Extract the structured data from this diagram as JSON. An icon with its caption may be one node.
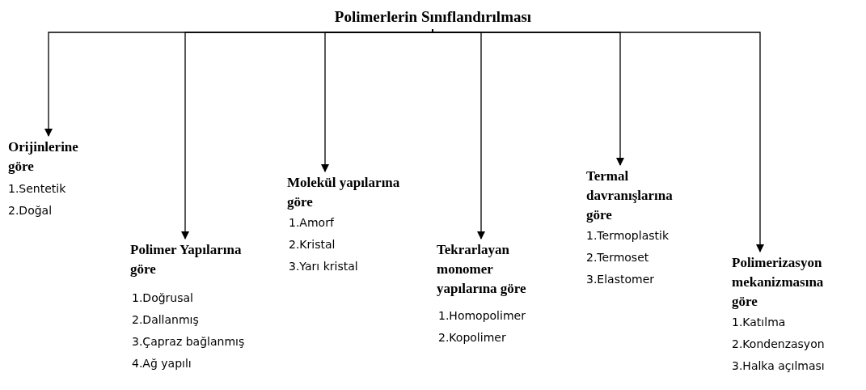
{
  "diagram": {
    "nodes": [
      {
        "text": [
          "Polimerlerin Sınıflandırılması"
        ]
      },
      {
        "text": [
          "Orijinlerine göre",
          "1.Sentetik",
          "2.Doğal"
        ]
      },
      {
        "text": [
          "Polimer Yapılarına göre",
          "1.Doğrusal",
          "2.Dallanmış",
          "3.Çapraz bağlanmış",
          "4.Ağ yapılı"
        ]
      },
      {
        "text": [
          "Molekül yapılarına göre",
          "1.Amorf",
          "2.Kristal",
          "3.Yarı kristal"
        ]
      },
      {
        "text": [
          "Tekrarlayan monomer yapılarına göre",
          "1.Homopolimer",
          "2.Kopolimer"
        ]
      },
      {
        "text": [
          "Termal davranışlarına göre",
          "1.Termoplastik",
          "2.Termoset",
          "3.Elastomer"
        ]
      },
      {
        "text": [
          "Polimerizasyon mekanizmasına göre",
          "1.Katılma",
          "2.Kondenzasyon",
          "3.Halka açılması"
        ]
      }
    ],
    "edges": [
      {
        "from": 0,
        "to": 1,
        "arrow": "to"
      },
      {
        "from": 0,
        "to": 2,
        "arrow": "to"
      },
      {
        "from": 0,
        "to": 3,
        "arrow": "to"
      },
      {
        "from": 0,
        "to": 4,
        "arrow": "to"
      },
      {
        "from": 0,
        "to": 5,
        "arrow": "to"
      },
      {
        "from": 0,
        "to": 6,
        "arrow": "to"
      }
    ]
  }
}
